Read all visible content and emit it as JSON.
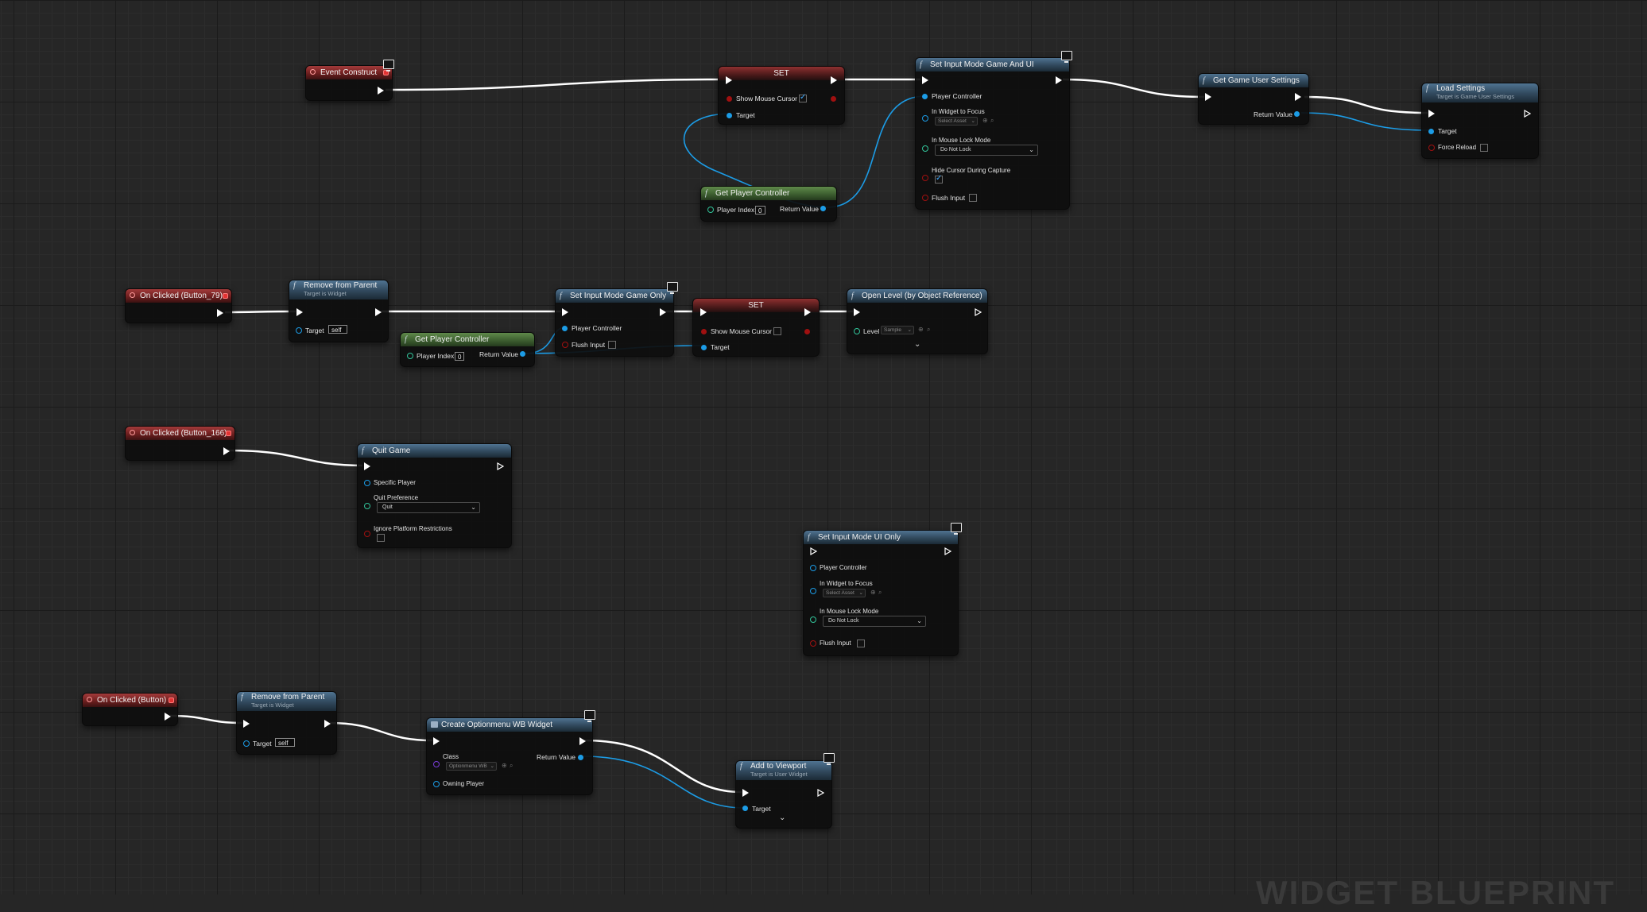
{
  "editor": {
    "watermark": "WIDGET BLUEPRINT"
  },
  "colors": {
    "exec_wire": "#ffffff",
    "object_wire": "#1c9ce6",
    "function_header": "#30485c",
    "pure_header": "#3d5f30",
    "event_header": "#6e1f1f",
    "set_header": "#4c1a1a"
  },
  "nodes": {
    "event_construct": {
      "title": "Event Construct"
    },
    "set_cursor_1": {
      "title": "SET",
      "show_mouse_cursor": "Show Mouse Cursor",
      "show_mouse_cursor_checked": true,
      "target": "Target"
    },
    "get_pc_1": {
      "title": "Get Player Controller",
      "player_index": "Player Index",
      "player_index_value": "0",
      "return_value": "Return Value"
    },
    "set_input_game_ui": {
      "title": "Set Input Mode Game And UI",
      "player_controller": "Player Controller",
      "widget_to_focus": "In Widget to Focus",
      "widget_to_focus_value": "Select Asset",
      "mouse_lock_mode": "In Mouse Lock Mode",
      "mouse_lock_value": "Do Not Lock",
      "hide_cursor": "Hide Cursor During Capture",
      "hide_cursor_checked": true,
      "flush_input": "Flush Input",
      "flush_input_checked": false
    },
    "get_game_user_settings": {
      "title": "Get Game User Settings",
      "return_value": "Return Value"
    },
    "load_settings": {
      "title": "Load Settings",
      "subtitle": "Target is Game User Settings",
      "target": "Target",
      "force_reload": "Force Reload"
    },
    "on_clicked_79": {
      "title": "On Clicked (Button_79)"
    },
    "remove_parent_1": {
      "title": "Remove from Parent",
      "subtitle": "Target is Widget",
      "target": "Target",
      "target_value": "self"
    },
    "get_pc_2": {
      "title": "Get Player Controller",
      "player_index": "Player Index",
      "player_index_value": "0",
      "return_value": "Return Value"
    },
    "set_input_game_only": {
      "title": "Set Input Mode Game Only",
      "player_controller": "Player Controller",
      "flush_input": "Flush Input"
    },
    "set_cursor_2": {
      "title": "SET",
      "show_mouse_cursor": "Show Mouse Cursor",
      "target": "Target"
    },
    "open_level": {
      "title": "Open Level (by Object Reference)",
      "level": "Level",
      "level_value": "Sample"
    },
    "on_clicked_166": {
      "title": "On Clicked (Button_166)"
    },
    "quit_game": {
      "title": "Quit Game",
      "specific_player": "Specific Player",
      "quit_preference": "Quit Preference",
      "quit_value": "Quit",
      "ignore_restrictions": "Ignore Platform Restrictions"
    },
    "set_input_ui_only": {
      "title": "Set Input Mode UI Only",
      "player_controller": "Player Controller",
      "widget_to_focus": "In Widget to Focus",
      "widget_to_focus_value": "Select Asset",
      "mouse_lock_mode": "In Mouse Lock Mode",
      "mouse_lock_value": "Do Not Lock",
      "flush_input": "Flush Input"
    },
    "on_clicked_button": {
      "title": "On Clicked (Button)"
    },
    "remove_parent_2": {
      "title": "Remove from Parent",
      "subtitle": "Target is Widget",
      "target": "Target",
      "target_value": "self"
    },
    "create_widget": {
      "title": "Create Optionmenu WB Widget",
      "class": "Class",
      "class_value": "Optionmenu WB",
      "return_value": "Return Value",
      "owning_player": "Owning Player"
    },
    "add_to_viewport": {
      "title": "Add to Viewport",
      "subtitle": "Target is User Widget",
      "target": "Target"
    }
  }
}
